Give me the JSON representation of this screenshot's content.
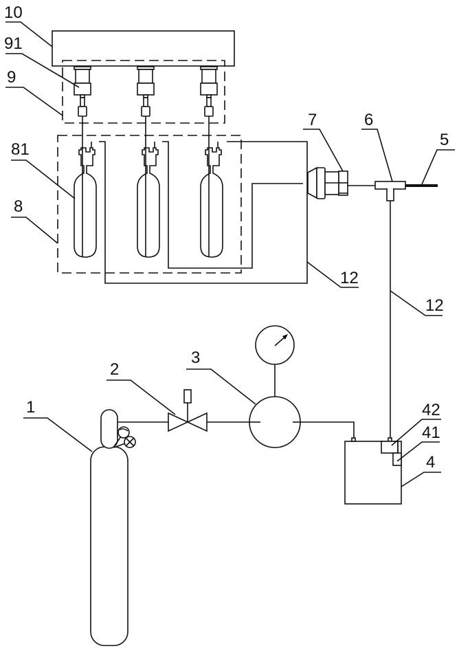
{
  "figure": {
    "type": "patent schematic",
    "line_color": "#111111",
    "background": "#ffffff"
  },
  "labels": {
    "l10": "10",
    "l91": "91",
    "l9": "9",
    "l81": "81",
    "l8": "8",
    "l7": "7",
    "l6": "6",
    "l5": "5",
    "l12a": "12",
    "l12b": "12",
    "l1": "1",
    "l2": "2",
    "l3": "3",
    "l42": "42",
    "l41": "41",
    "l4": "4"
  },
  "components": [
    {
      "id": "1",
      "name": "gas cylinder"
    },
    {
      "id": "2",
      "name": "valve"
    },
    {
      "id": "3",
      "name": "pressure regulator with gauge"
    },
    {
      "id": "4",
      "name": "control box"
    },
    {
      "id": "41",
      "name": "sub-module"
    },
    {
      "id": "42",
      "name": "sub-module"
    },
    {
      "id": "5",
      "name": "outlet pipe"
    },
    {
      "id": "6",
      "name": "tee connector"
    },
    {
      "id": "7",
      "name": "coupling"
    },
    {
      "id": "8",
      "name": "bottle group enclosure"
    },
    {
      "id": "81",
      "name": "small gas bottles"
    },
    {
      "id": "9",
      "name": "valve group enclosure"
    },
    {
      "id": "91",
      "name": "bottle valves"
    },
    {
      "id": "10",
      "name": "top mounting frame"
    },
    {
      "id": "12",
      "name": "pipelines"
    }
  ]
}
